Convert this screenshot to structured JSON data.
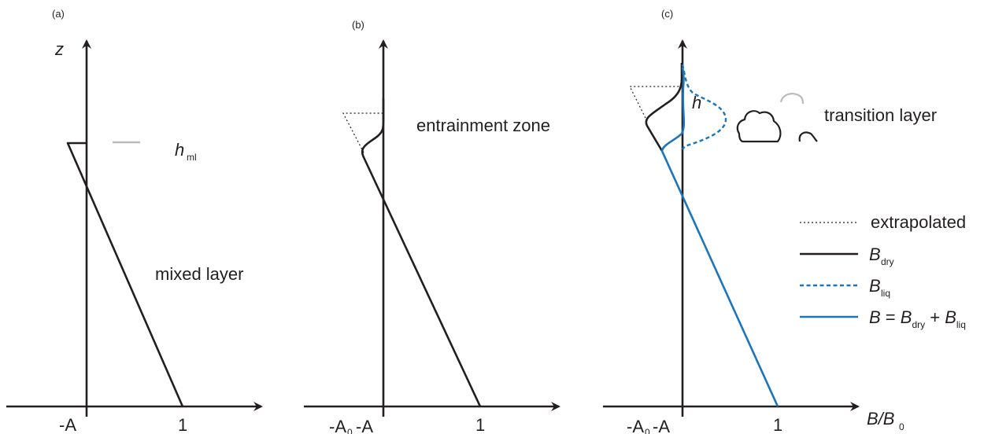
{
  "panels": {
    "a": {
      "tag": "(a)",
      "z_label": "z",
      "h_label": "h",
      "h_sub": "ml",
      "region_label": "mixed layer",
      "tick_negA": "-A",
      "tick_one": "1"
    },
    "b": {
      "tag": "(b)",
      "region_label": "entrainment zone",
      "tick_negA0": "-A",
      "tick_negA0_sub": "0",
      "tick_negA": "-A",
      "tick_one": "1"
    },
    "c": {
      "tag": "(c)",
      "h_label": "h",
      "region_label": "transition layer",
      "tick_negA0": "-A",
      "tick_negA0_sub": "0",
      "tick_negA": "-A",
      "tick_one": "1",
      "x_label": "B/B",
      "x_label_sub": "0"
    }
  },
  "legend": {
    "extrapolated": "extrapolated",
    "bdry": "B",
    "bdry_sub": "dry",
    "bliq": "B",
    "bliq_sub": "liq",
    "total_B": "B",
    "total_eq": " = ",
    "total_B2": "B",
    "total_sub1": "dry",
    "total_plus": " + ",
    "total_B3": "B",
    "total_sub2": "liq"
  },
  "colors": {
    "axis": "#231f20",
    "blue": "#1b75bb",
    "hmarker": "#bbbbbb"
  }
}
